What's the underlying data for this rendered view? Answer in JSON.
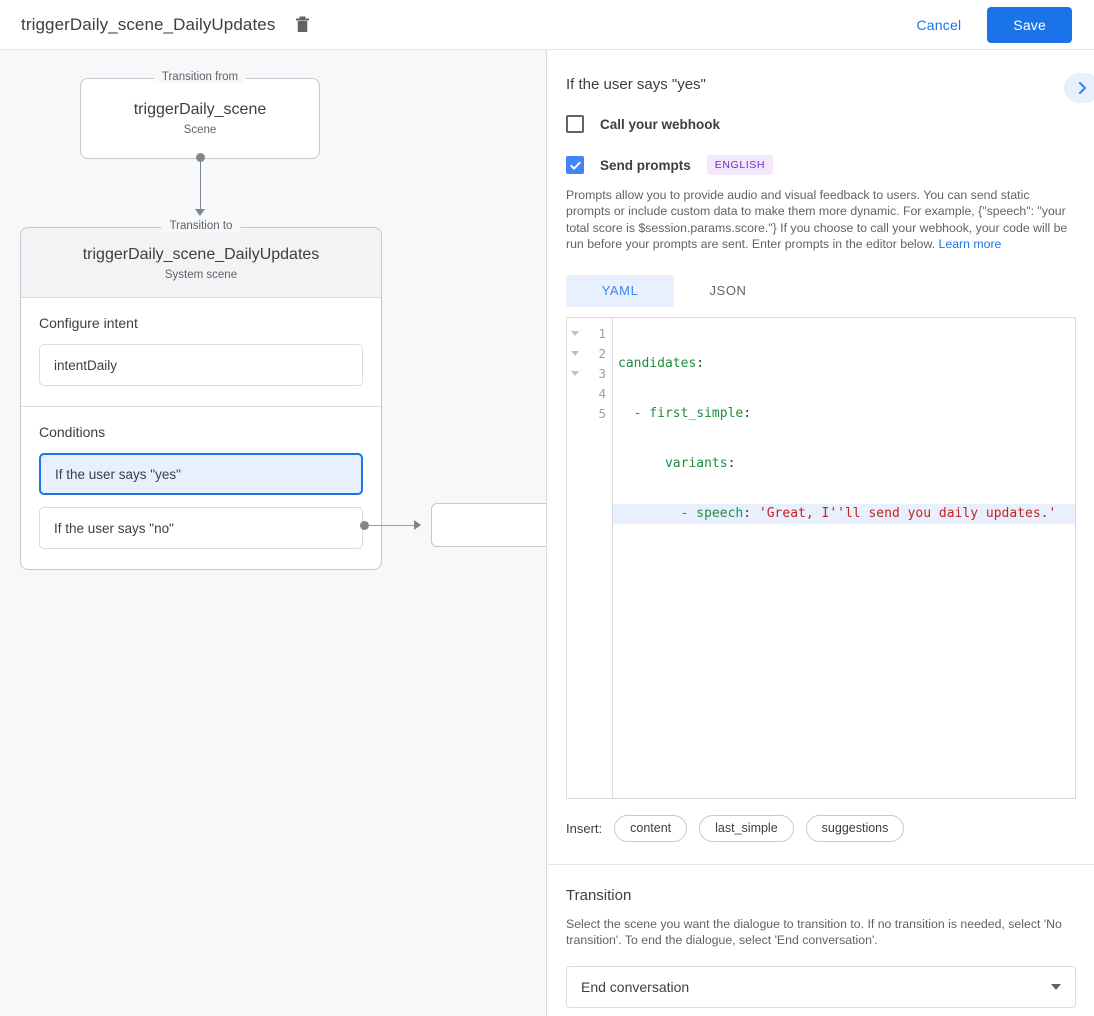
{
  "topbar": {
    "title": "triggerDaily_scene_DailyUpdates",
    "delete_icon": "trash-icon",
    "cancel_label": "Cancel",
    "save_label": "Save"
  },
  "canvas": {
    "from_node": {
      "legend": "Transition from",
      "title": "triggerDaily_scene",
      "subtitle": "Scene"
    },
    "to_node": {
      "legend": "Transition to",
      "title": "triggerDaily_scene_DailyUpdates",
      "subtitle": "System scene"
    },
    "intent_section": {
      "label": "Configure intent",
      "value": "intentDaily"
    },
    "conditions_section": {
      "label": "Conditions",
      "items": [
        {
          "label": "If the user says \"yes\"",
          "selected": true
        },
        {
          "label": "If the user says \"no\"",
          "selected": false
        }
      ]
    }
  },
  "panel": {
    "header": "If the user says \"yes\"",
    "collapse_icon": "chevron-right-icon",
    "webhook": {
      "label": "Call your webhook",
      "checked": false
    },
    "prompts": {
      "label": "Send prompts",
      "checked": true,
      "language_badge": "ENGLISH",
      "description": "Prompts allow you to provide audio and visual feedback to users. You can send static prompts or include custom data to make them more dynamic. For example, {\"speech\": \"your total score is $session.params.score.\"} If you choose to call your webhook, your code will be run before your prompts are sent. Enter prompts in the editor below. ",
      "learn_more": "Learn more"
    },
    "editor": {
      "tabs": [
        {
          "label": "YAML",
          "active": true
        },
        {
          "label": "JSON",
          "active": false
        }
      ],
      "lines": [
        {
          "num": "1",
          "fold": true,
          "highlight": false,
          "key": "candidates",
          "colon": ":",
          "value": ""
        },
        {
          "num": "2",
          "fold": true,
          "highlight": false,
          "key": "  - first_simple",
          "colon": ":",
          "value": ""
        },
        {
          "num": "3",
          "fold": true,
          "highlight": false,
          "key": "      variants",
          "colon": ":",
          "value": ""
        },
        {
          "num": "4",
          "fold": false,
          "highlight": true,
          "key": "        - speech",
          "colon": ": ",
          "value": "'Great, I''ll send you daily updates.'"
        },
        {
          "num": "5",
          "fold": false,
          "highlight": false,
          "key": "",
          "colon": "",
          "value": ""
        }
      ]
    },
    "insert": {
      "label": "Insert:",
      "chips": [
        "content",
        "last_simple",
        "suggestions"
      ]
    },
    "transition": {
      "title": "Transition",
      "description": "Select the scene you want the dialogue to transition to. If no transition is needed, select 'No transition'. To end the dialogue, select 'End conversation'.",
      "selected": "End conversation"
    }
  },
  "colors": {
    "accent": "#1a73e8",
    "canvas_bg": "#f6f8f9",
    "selected_fill": "#e8f0fe",
    "badge_bg": "#f3e8fd",
    "badge_text": "#7627bb"
  }
}
